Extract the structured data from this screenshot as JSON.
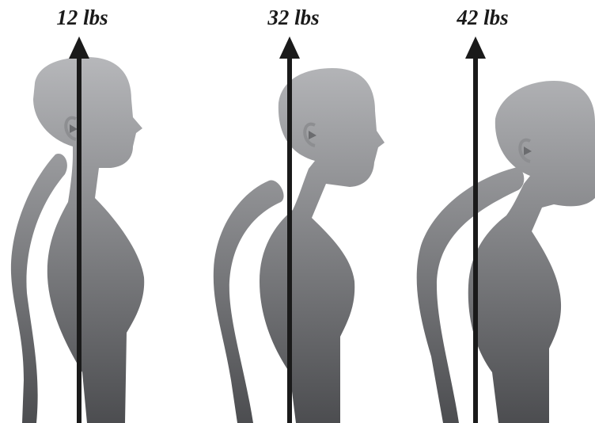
{
  "figures": [
    {
      "weight_label": "12 lbs"
    },
    {
      "weight_label": "32 lbs"
    },
    {
      "weight_label": "42 lbs"
    }
  ],
  "colors": {
    "silhouette_top": "#b9babd",
    "silhouette_bottom": "#4c4d50",
    "arrow": "#1a1a1a",
    "background": "#ffffff"
  }
}
